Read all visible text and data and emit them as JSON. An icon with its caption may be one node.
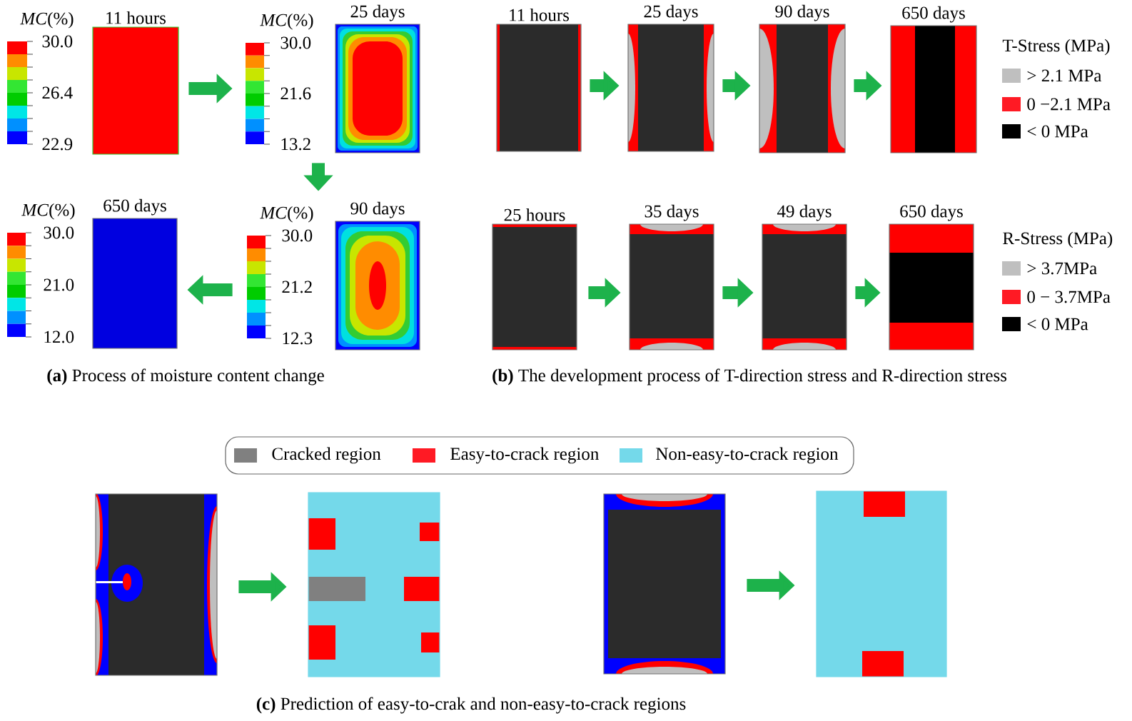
{
  "diagram": {
    "nodes": [
      {
        "text": [
          "11 hours",
          "*MC*(%)",
          "30.0",
          "26.4",
          "22.9"
        ]
      },
      {
        "text": [
          "25 days",
          "*MC*(%)",
          "30.0",
          "21.6",
          "13.2"
        ]
      },
      {
        "text": [
          "90 days",
          "*MC*(%)",
          "30.0",
          "21.2",
          "12.3"
        ]
      },
      {
        "text": [
          "650 days",
          "*MC*(%)",
          "30.0",
          "21.0",
          "12.0"
        ]
      },
      {
        "text": [
          "11 hours"
        ]
      },
      {
        "text": [
          "25 days"
        ]
      },
      {
        "text": [
          "90 days"
        ]
      },
      {
        "text": [
          "650 days"
        ]
      },
      {
        "text": [
          "25 hours"
        ]
      },
      {
        "text": [
          "35 days"
        ]
      },
      {
        "text": [
          "49 days"
        ]
      },
      {
        "text": [
          "650 days"
        ]
      },
      {
        "text": [],
        "shape": "picture"
      },
      {
        "text": [],
        "shape": "picture"
      },
      {
        "text": [],
        "shape": "picture"
      },
      {
        "text": [],
        "shape": "picture"
      }
    ],
    "edges": [
      {
        "from": 0,
        "to": 1,
        "arrow": "to"
      },
      {
        "from": 1,
        "to": 2,
        "arrow": "to"
      },
      {
        "from": 2,
        "to": 3,
        "arrow": "to"
      },
      {
        "from": 4,
        "to": 5,
        "arrow": "to"
      },
      {
        "from": 5,
        "to": 6,
        "arrow": "to"
      },
      {
        "from": 6,
        "to": 7,
        "arrow": "to"
      },
      {
        "from": 8,
        "to": 9,
        "arrow": "to"
      },
      {
        "from": 9,
        "to": 10,
        "arrow": "to"
      },
      {
        "from": 10,
        "to": 11,
        "arrow": "to"
      },
      {
        "from": 12,
        "to": 13,
        "arrow": "to"
      },
      {
        "from": 14,
        "to": 15,
        "arrow": "to"
      }
    ],
    "labels": [
      "T-Stress (MPa)",
      "R-Stress (MPa)",
      "**(a)** Process of moisture content change",
      "**(b)** The development process of T-direction stress and R-direction stress",
      "**(c)** Prediction of easy-to-crak and non-easy-to-crack regions"
    ],
    "legend": [
      {
        "text": "> 2.1 MPa",
        "color": "#bfbfbf"
      },
      {
        "text": "0 −2.1 MPa",
        "color": "#ff1a24"
      },
      {
        "text": "< 0 MPa",
        "color": "#000000"
      },
      {
        "text": "> 3.7MPa",
        "color": "#bfbfbf"
      },
      {
        "text": "0 − 3.7MPa",
        "color": "#ff1a24"
      },
      {
        "text": "< 0 MPa",
        "color": "#000000"
      },
      {
        "text": "Cracked region",
        "color": "#808080"
      },
      {
        "text": "Easy-to-crack region",
        "color": "#ff1a24"
      },
      {
        "text": "Non-easy-to-crack region",
        "color": "#74d9ea"
      }
    ]
  }
}
